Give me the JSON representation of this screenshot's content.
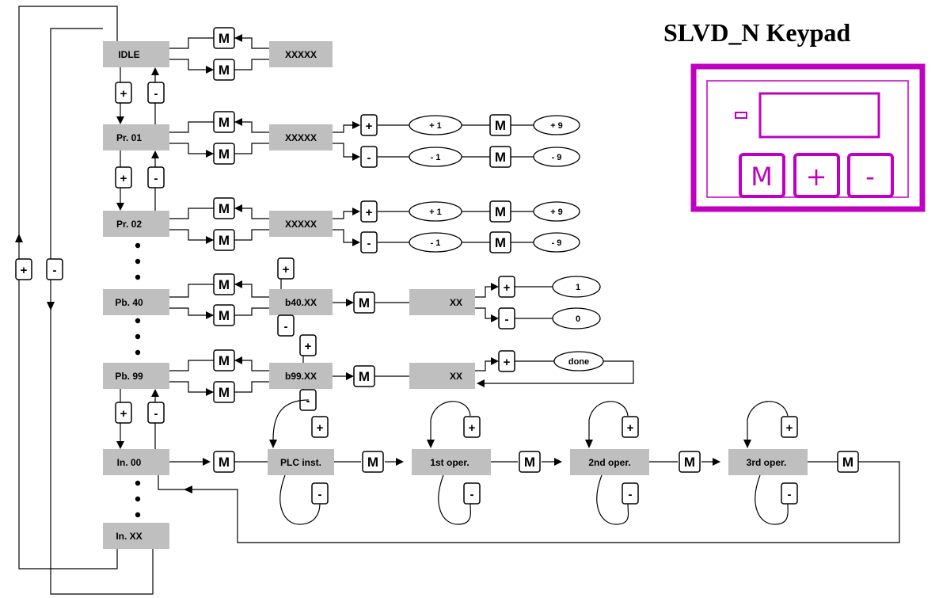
{
  "title": "SLVD_N Keypad",
  "states": {
    "idle": "IDLE",
    "pr01": "Pr. 01",
    "pr02": "Pr. 02",
    "pb40": "Pb. 40",
    "pb99": "Pb. 99",
    "in00": "In. 00",
    "inxx": "In. XX"
  },
  "values": {
    "xxxxx": "XXXXX",
    "b40": "b40.XX",
    "b99": "b99.XX",
    "xx": "XX",
    "plc": "PLC inst.",
    "op1": "1st oper.",
    "op2": "2nd oper.",
    "op3": "3rd oper."
  },
  "keys": {
    "m": "M",
    "plus": "+",
    "minus": "-"
  },
  "ovals": {
    "p1": "+ 1",
    "p9": "+ 9",
    "m1": "- 1",
    "m9": "- 9",
    "one": "1",
    "zero": "0",
    "done": "done"
  },
  "keypad": {
    "m": "M",
    "plus": "+",
    "minus": "-"
  },
  "colors": {
    "box_fill": "#bfbfbf",
    "keypad_color": "#c000c0"
  }
}
